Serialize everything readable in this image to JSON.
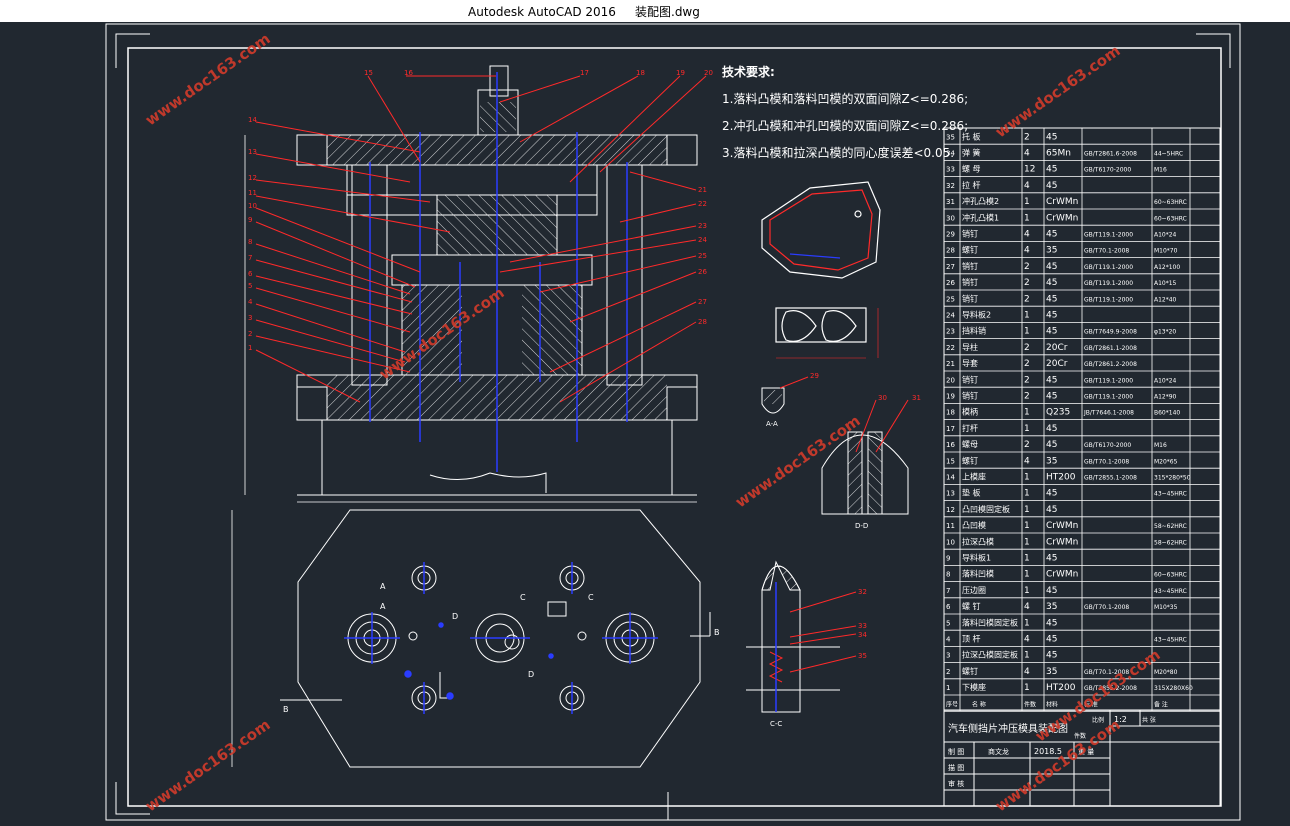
{
  "window": {
    "app_title": "Autodesk AutoCAD 2016",
    "file_name": "装配图.dwg"
  },
  "watermark": {
    "text": "www.doc163.com"
  },
  "notes": {
    "heading": "技术要求:",
    "lines": [
      "1.落料凸模和落料凹模的双面间隙Z<=0.286;",
      "2.冲孔凸模和冲孔凹模的双面间隙Z<=0.286;",
      "3.落料凸模和拉深凸模的同心度误差<0.05."
    ]
  },
  "bom": {
    "rows": [
      [
        "35",
        "托 板",
        "2",
        "45",
        "",
        "",
        ""
      ],
      [
        "34",
        "弹 簧",
        "4",
        "65Mn",
        "GB/T2861.6-2008",
        "44~5HRC",
        ""
      ],
      [
        "33",
        "螺 母",
        "12",
        "45",
        "GB/T6170-2000",
        "M16",
        ""
      ],
      [
        "32",
        "拉 杆",
        "4",
        "45",
        "",
        "",
        ""
      ],
      [
        "31",
        "冲孔凸模2",
        "1",
        "CrWMn",
        "",
        "60~63HRC",
        ""
      ],
      [
        "30",
        "冲孔凸模1",
        "1",
        "CrWMn",
        "",
        "60~63HRC",
        ""
      ],
      [
        "29",
        "销钉",
        "4",
        "45",
        "GB/T119.1-2000",
        "A10*24",
        ""
      ],
      [
        "28",
        "螺钉",
        "4",
        "35",
        "GB/T70.1-2008",
        "M10*70",
        ""
      ],
      [
        "27",
        "销钉",
        "2",
        "45",
        "GB/T119.1-2000",
        "A12*100",
        ""
      ],
      [
        "26",
        "销钉",
        "2",
        "45",
        "GB/T119.1-2000",
        "A10*15",
        ""
      ],
      [
        "25",
        "销钉",
        "2",
        "45",
        "GB/T119.1-2000",
        "A12*40",
        ""
      ],
      [
        "24",
        "导料板2",
        "1",
        "45",
        "",
        "",
        ""
      ],
      [
        "23",
        "挡料销",
        "1",
        "45",
        "GB/T7649.9-2008",
        "φ13*20",
        ""
      ],
      [
        "22",
        "导柱",
        "2",
        "20Cr",
        "GB/T2861.1-2008",
        "",
        ""
      ],
      [
        "21",
        "导套",
        "2",
        "20Cr",
        "GB/T2861.2-2008",
        "",
        ""
      ],
      [
        "20",
        "销钉",
        "2",
        "45",
        "GB/T119.1-2000",
        "A10*24",
        ""
      ],
      [
        "19",
        "销钉",
        "2",
        "45",
        "GB/T119.1-2000",
        "A12*90",
        ""
      ],
      [
        "18",
        "模柄",
        "1",
        "Q235",
        "JB/T7646.1-2008",
        "B60*140",
        ""
      ],
      [
        "17",
        "打杆",
        "1",
        "45",
        "",
        "",
        ""
      ],
      [
        "16",
        "螺母",
        "2",
        "45",
        "GB/T6170-2000",
        "M16",
        ""
      ],
      [
        "15",
        "螺钉",
        "4",
        "35",
        "GB/T70.1-2008",
        "M20*65",
        ""
      ],
      [
        "14",
        "上模座",
        "1",
        "HT200",
        "GB/T2855.1-2008",
        "315*280*50",
        ""
      ],
      [
        "13",
        "垫 板",
        "1",
        "45",
        "",
        "43~45HRC",
        ""
      ],
      [
        "12",
        "凸凹模固定板",
        "1",
        "45",
        "",
        "",
        ""
      ],
      [
        "11",
        "凸凹模",
        "1",
        "CrWMn",
        "",
        "58~62HRC",
        ""
      ],
      [
        "10",
        "拉深凸模",
        "1",
        "CrWMn",
        "",
        "58~62HRC",
        ""
      ],
      [
        "9",
        "导料板1",
        "1",
        "45",
        "",
        "",
        ""
      ],
      [
        "8",
        "落料凹模",
        "1",
        "CrWMn",
        "",
        "60~63HRC",
        ""
      ],
      [
        "7",
        "压边圈",
        "1",
        "45",
        "",
        "43~45HRC",
        ""
      ],
      [
        "6",
        "螺 钉",
        "4",
        "35",
        "GB/T70.1-2008",
        "M10*35",
        ""
      ],
      [
        "5",
        "落料凹模固定板",
        "1",
        "45",
        "",
        "",
        ""
      ],
      [
        "4",
        "顶 杆",
        "4",
        "45",
        "",
        "43~45HRC",
        ""
      ],
      [
        "3",
        "拉深凸模固定板",
        "1",
        "45",
        "",
        "",
        ""
      ],
      [
        "2",
        "螺钉",
        "4",
        "35",
        "GB/T70.1-2008",
        "M20*80",
        ""
      ],
      [
        "1",
        "下模座",
        "1",
        "HT200",
        "GB/T2855.2-2008",
        "315X280X60",
        ""
      ]
    ],
    "header": [
      "序号",
      "名 称",
      "件数",
      "材料",
      "标 准",
      "备 注"
    ],
    "drawing_title": "汽车侧挡片冲压模具装配图",
    "scale_label": "比例",
    "scale_value": "1:2",
    "sheet_count_label": "件数",
    "sheet_label": "共 张",
    "rows_signature": [
      {
        "role": "制 图",
        "name": "商文龙",
        "date": "2018.5",
        "extra": "重 量"
      },
      {
        "role": "描 图",
        "name": "",
        "date": "",
        "extra": ""
      },
      {
        "role": "审 核",
        "name": "",
        "date": "",
        "extra": ""
      }
    ]
  },
  "section_labels": {
    "aa": "A-A",
    "dd": "D-D",
    "cc": "C-C",
    "A": "A",
    "B": "B",
    "C": "C",
    "D": "D"
  },
  "callouts_left": [
    "14",
    "13",
    "12",
    "11",
    "10",
    "9",
    "8",
    "7",
    "6",
    "5",
    "4",
    "3",
    "2",
    "1"
  ],
  "callouts_top": [
    "15",
    "16",
    "17",
    "18",
    "19",
    "20"
  ],
  "callouts_right": [
    "21",
    "22",
    "23",
    "24",
    "25",
    "26",
    "27",
    "28"
  ],
  "callouts_detail": [
    "29",
    "30",
    "31",
    "32",
    "33",
    "34",
    "35"
  ],
  "colors": {
    "background": "#212830",
    "line_white": "#ffffff",
    "line_red": "#ff2a2a",
    "line_blue": "#2a3cff",
    "watermark": "#d23b2b"
  }
}
